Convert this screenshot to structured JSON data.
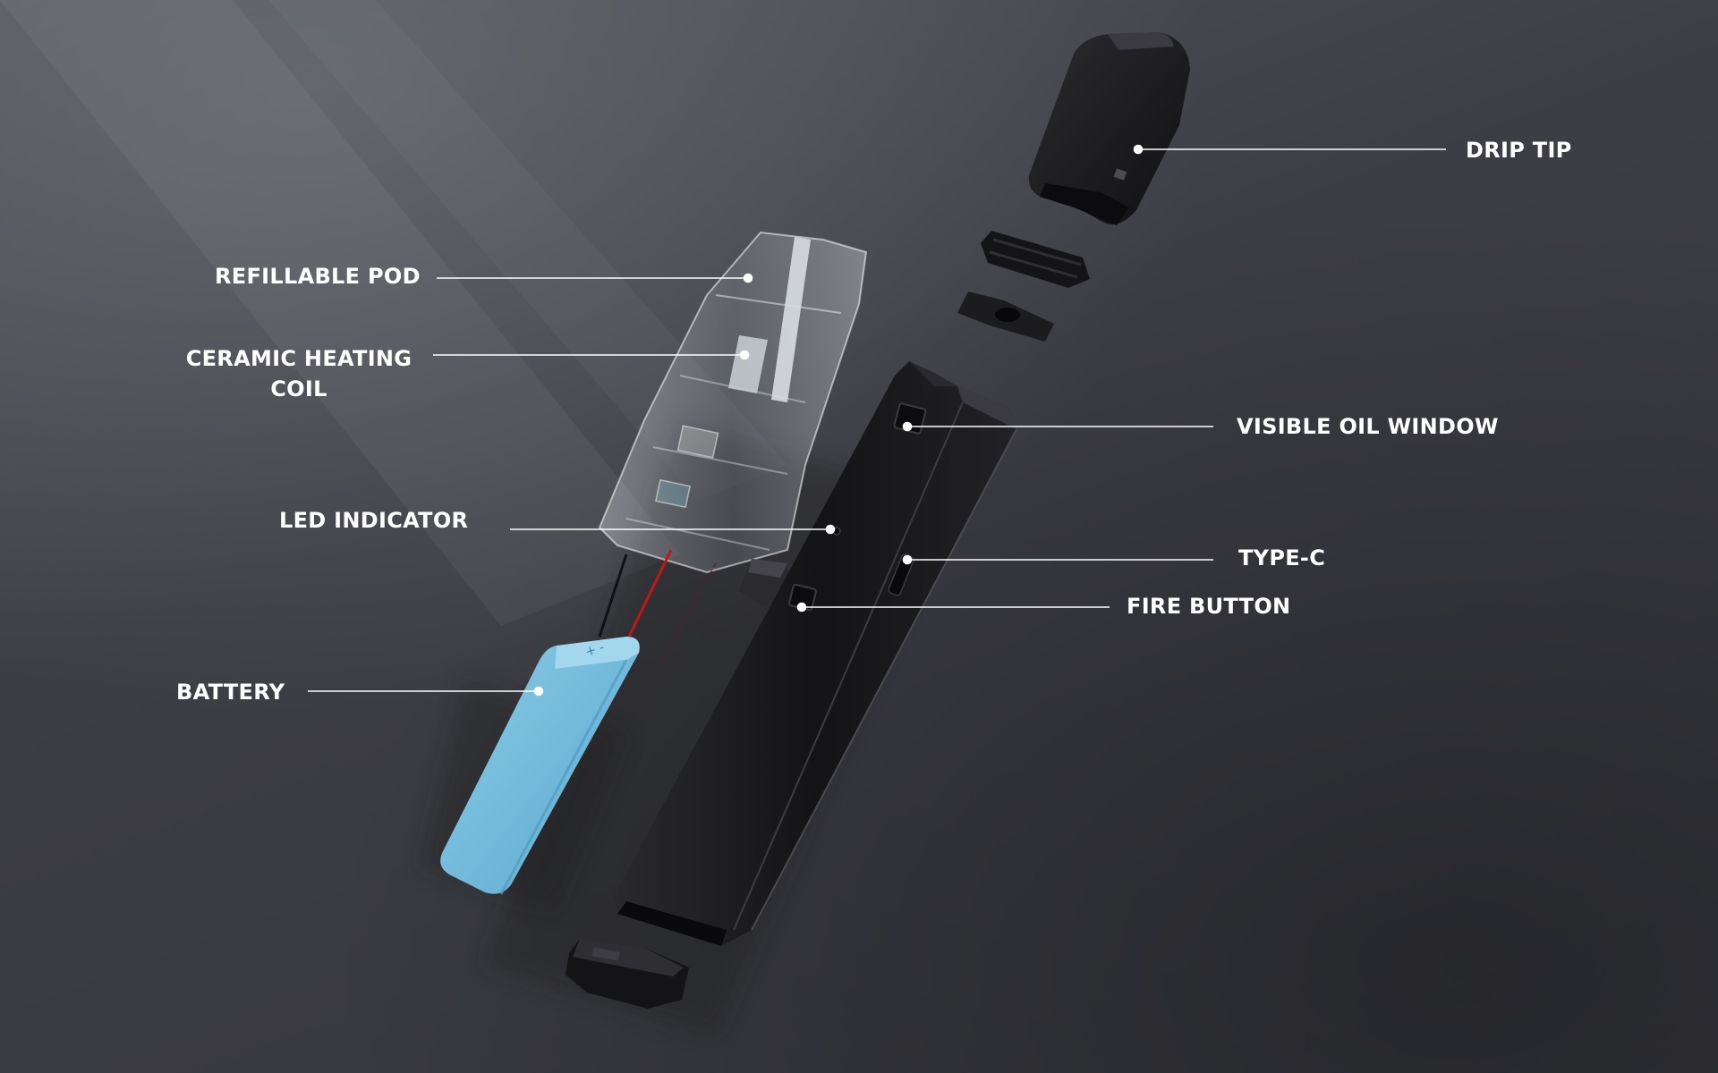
{
  "diagram": {
    "labels": {
      "drip_tip": "DRIP TIP",
      "refillable_pod": "REFILLABLE POD",
      "ceramic_heating_coil_line1": "CERAMIC HEATING",
      "ceramic_heating_coil_line2": "COIL",
      "visible_oil_window": "VISIBLE OIL  WINDOW",
      "led_indicator": "LED INDICATOR",
      "type_c": "TYPE-C",
      "fire_button": "FIRE BUTTON",
      "battery": "BATTERY",
      "battery_terminals": "+ -"
    },
    "colors": {
      "background": "#3b3c41",
      "battery": "#6ab4d6",
      "body": "#1c1c1f",
      "wire_red": "#c01818",
      "leader_line": "#ffffff"
    }
  }
}
